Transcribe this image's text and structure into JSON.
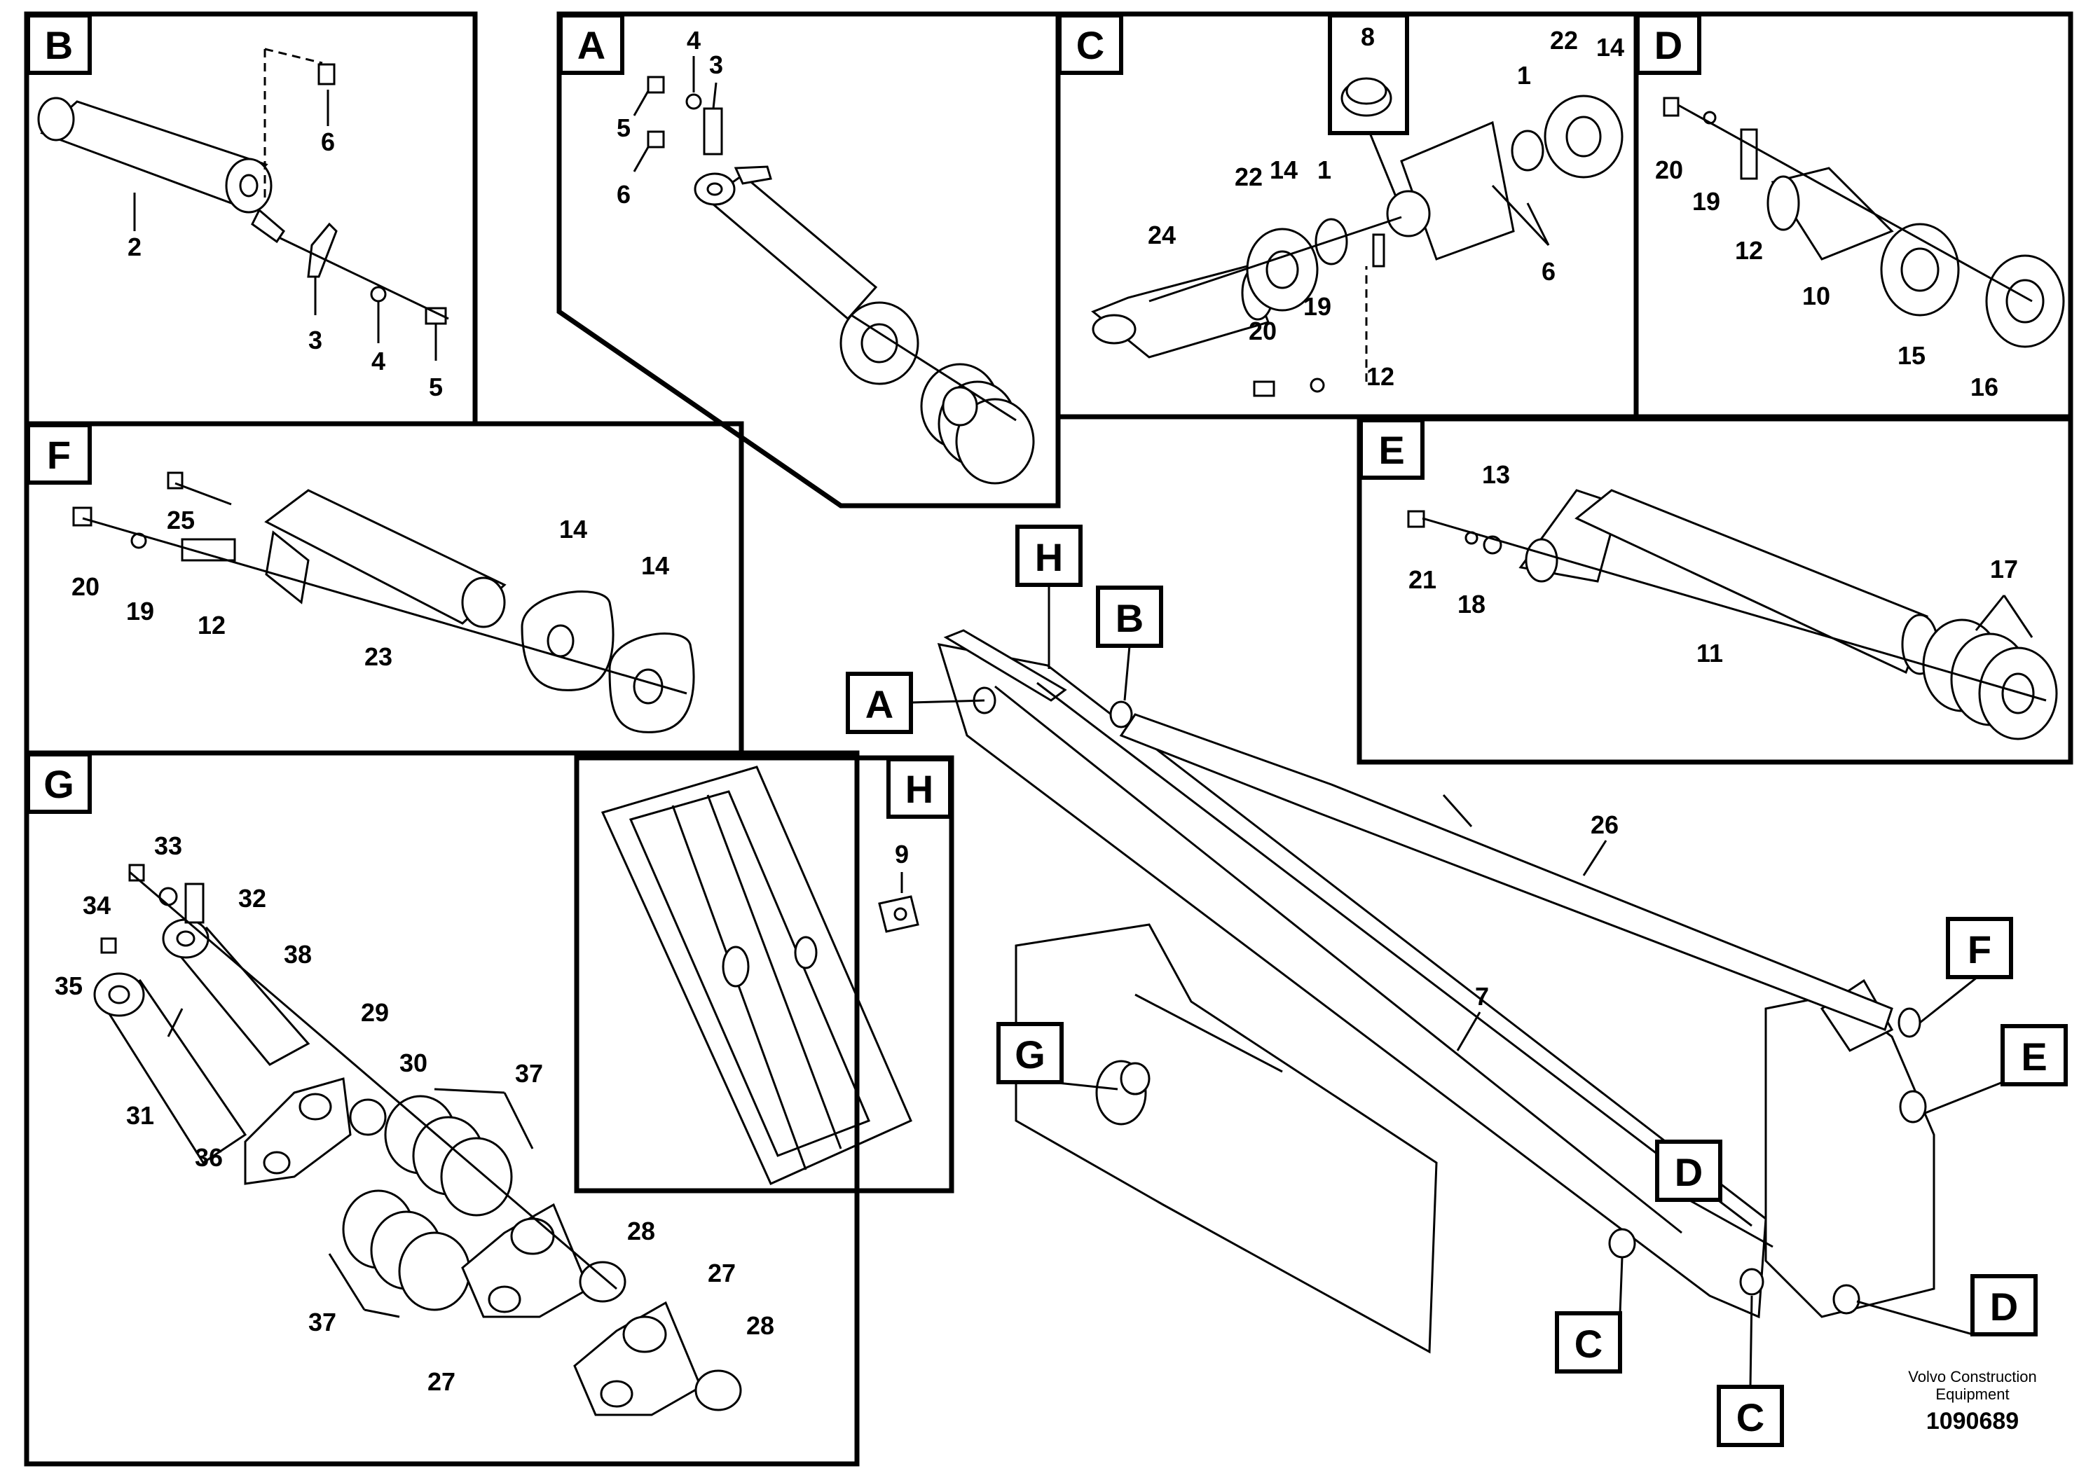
{
  "panels": {
    "B": {
      "letter": "B",
      "numbers": [
        "6",
        "2",
        "3",
        "4",
        "5"
      ]
    },
    "A": {
      "letter": "A",
      "numbers": [
        "4",
        "3",
        "5",
        "6"
      ]
    },
    "C": {
      "letter": "C",
      "numbers": [
        "8",
        "22",
        "14",
        "1",
        "22",
        "14",
        "1",
        "24",
        "6",
        "20",
        "19",
        "12"
      ]
    },
    "D": {
      "letter": "D",
      "numbers": [
        "20",
        "19",
        "12",
        "10",
        "15",
        "16"
      ]
    },
    "F": {
      "letter": "F",
      "numbers": [
        "25",
        "20",
        "19",
        "12",
        "23",
        "14",
        "14"
      ]
    },
    "E": {
      "letter": "E",
      "numbers": [
        "13",
        "21",
        "18",
        "11",
        "17"
      ]
    },
    "G": {
      "letter": "G",
      "numbers": [
        "33",
        "34",
        "32",
        "35",
        "38",
        "31",
        "36",
        "29",
        "30",
        "37",
        "37",
        "28",
        "27",
        "27",
        "28"
      ]
    },
    "H": {
      "letter": "H",
      "numbers": [
        "9"
      ]
    }
  },
  "main": {
    "callouts": [
      "H",
      "B",
      "A",
      "F",
      "E",
      "G",
      "D",
      "D",
      "C",
      "C"
    ],
    "numbers": [
      "26",
      "7"
    ]
  },
  "footer": {
    "brand_line1": "Volvo Construction",
    "brand_line2": "Equipment",
    "doc_number": "1090689"
  }
}
